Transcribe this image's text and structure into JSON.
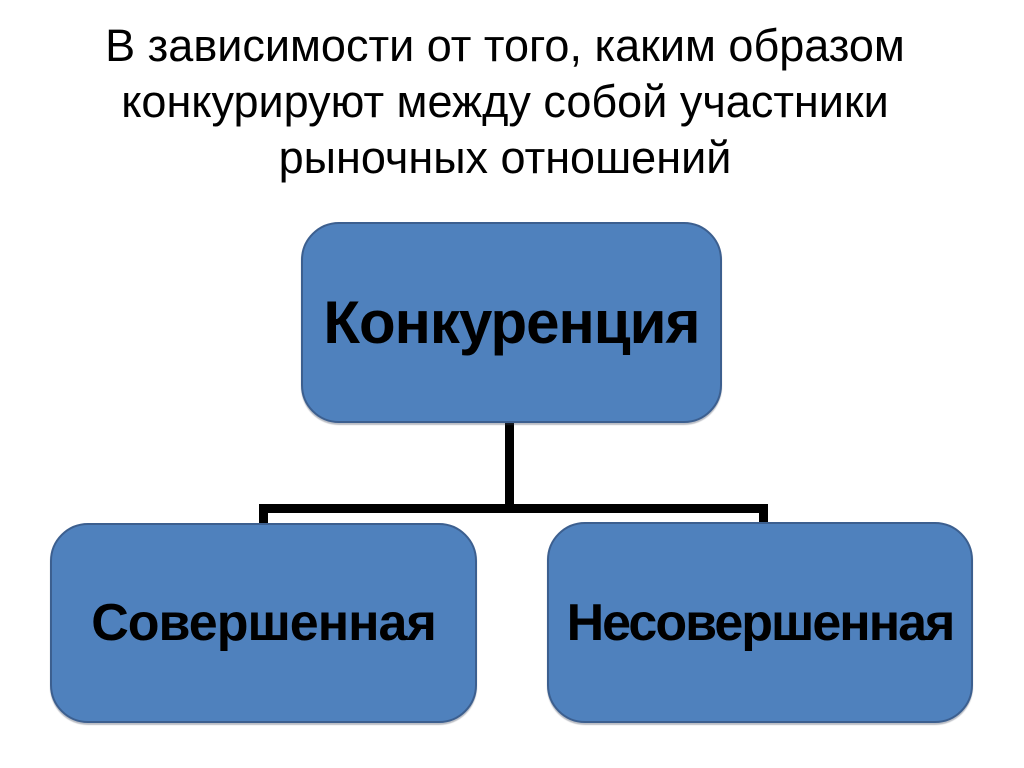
{
  "slide": {
    "title_lines": [
      "В зависимости от того, каким образом",
      "конкурируют между собой участники",
      "рыночных отношений"
    ],
    "diagram": {
      "root": {
        "label": "Конкуренция"
      },
      "children": [
        {
          "label": "Совершенная"
        },
        {
          "label": "Несовершенная"
        }
      ]
    },
    "colors": {
      "background": "#ffffff",
      "text": "#000000",
      "box_fill": "#4f81bd",
      "box_border": "#3c5f8f",
      "connector": "#000000"
    }
  }
}
